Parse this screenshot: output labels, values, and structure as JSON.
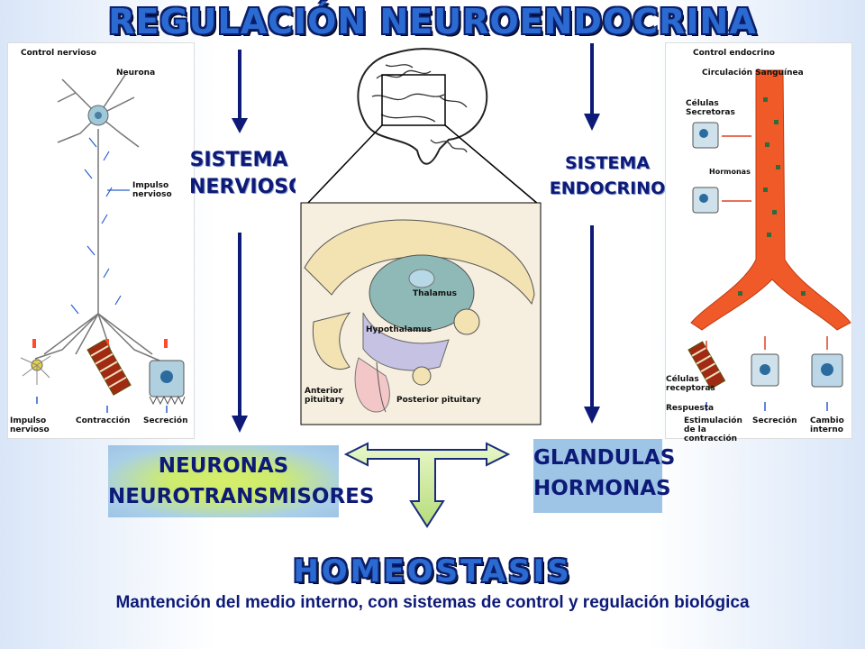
{
  "title": "REGULACIÓN NEUROENDOCRINA",
  "nervous_panel": {
    "header": "Control nervioso",
    "neuron": "Neurona",
    "impulse": "Impulso nervioso",
    "out_impulse": "Impulso nervioso",
    "contraction": "Contracción",
    "secretion": "Secreción"
  },
  "endocrine_panel": {
    "header": "Control endocrino",
    "blood": "Circulación Sanguínea",
    "secretory_cells": "Células Secretoras",
    "hormones": "Hormonas",
    "receptor_cells": "Células receptoras",
    "response": "Respuesta",
    "stimulation": "Estimulación de la contracción",
    "secretion": "Secreción",
    "change": "Cambio interno"
  },
  "brain_panel": {
    "thalamus": "Thalamus",
    "hypothalamus": "Hypothalamus",
    "anterior_pituitary": "Anterior pituitary",
    "posterior_pituitary": "Posterior pituitary"
  },
  "labels": {
    "sistema_nervioso_1": "SISTEMA",
    "sistema_nervioso_2": "NERVIOSO",
    "sistema_endocrino_1": "SISTEMA",
    "sistema_endocrino_2": "ENDOCRINO"
  },
  "boxes": {
    "neuronas_1": "NEURONAS",
    "neuronas_2": "NEUROTRANSMISORES",
    "glandulas_1": "GLANDULAS",
    "glandulas_2": "HORMONAS"
  },
  "homeostasis": "HOMEOSTASIS",
  "footer": "Mantención del medio interno, con sistemas de control y regulación biológica"
}
